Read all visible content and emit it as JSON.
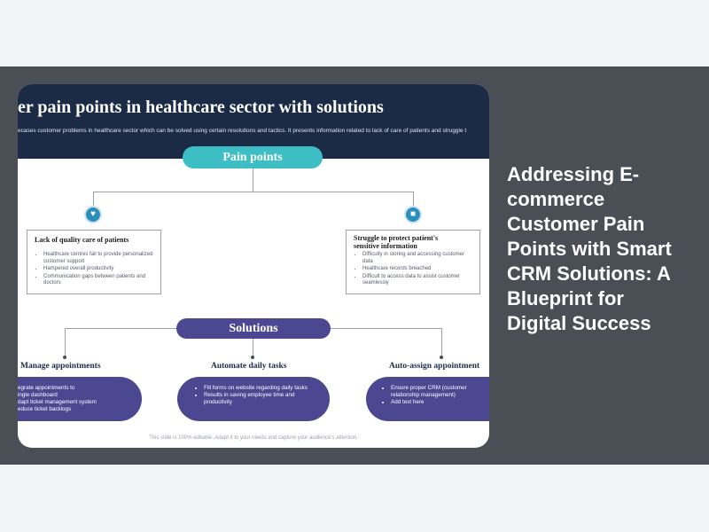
{
  "slide": {
    "title": "er pain points in healthcare sector with solutions",
    "subtitle": "ecases customer problems in healthcare sector which can be solved using certain resolutions and tactics. It presents information related to lack of care of patients and struggle t",
    "pain_points_label": "Pain points",
    "solutions_label": "Solutions",
    "left_box": {
      "title": "Lack of quality  care of patients",
      "items": [
        "Healthcare centres fail to provide personalized customer support",
        "Hampered overall productivity",
        "Communication gaps between patients and doctors"
      ]
    },
    "right_box": {
      "title": "Struggle to protect patient's sensitive information",
      "items": [
        "Difficulty in storing and accessing customer data",
        "Healthcare records breached",
        "Difficult to access data to assist customer seamlessly"
      ]
    },
    "solutions": [
      {
        "title": "Manage appointments",
        "items": [
          "egrate appointments to",
          "ingle dashboard",
          "dapt ticket management  system",
          "educe ticket backlogs"
        ]
      },
      {
        "title": "Automate daily tasks",
        "items": [
          "Fill forms on website regarding daily tasks",
          "Results in saving  employee time and productivity"
        ]
      },
      {
        "title": "Auto-assign appointment",
        "items": [
          "Ensure proper CRM (customer relationship management)",
          "Add text here"
        ]
      }
    ],
    "footnote": "This slide is 100% editable. Adapt it to your needs and capture your audience's attention."
  },
  "headline": "Addressing E-commerce Customer Pain Points with Smart CRM Solutions: A Blueprint for Digital Success",
  "icons": {
    "left": "handshake-icon",
    "right": "lock-document-icon"
  },
  "colors": {
    "band": "#4a4f55",
    "header": "#1b2b45",
    "teal": "#3dbdc4",
    "purple": "#4c4791"
  }
}
